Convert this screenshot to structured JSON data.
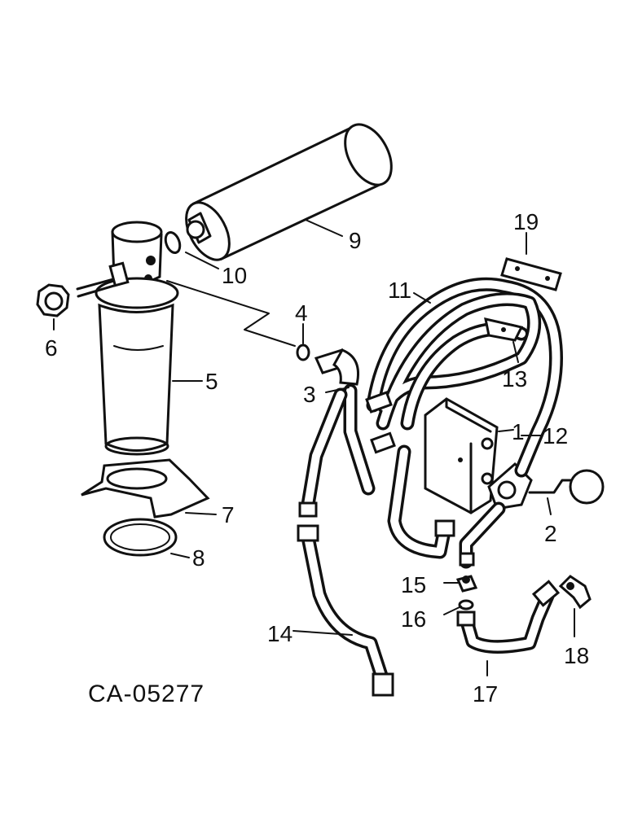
{
  "diagram": {
    "code": "CA-05277",
    "callouts": [
      {
        "id": "1",
        "text": "1"
      },
      {
        "id": "2",
        "text": "2"
      },
      {
        "id": "3",
        "text": "3"
      },
      {
        "id": "4",
        "text": "4"
      },
      {
        "id": "5",
        "text": "5"
      },
      {
        "id": "6",
        "text": "6"
      },
      {
        "id": "7",
        "text": "7"
      },
      {
        "id": "8",
        "text": "8"
      },
      {
        "id": "9",
        "text": "9"
      },
      {
        "id": "10",
        "text": "10"
      },
      {
        "id": "11",
        "text": "11"
      },
      {
        "id": "12",
        "text": "12"
      },
      {
        "id": "13",
        "text": "13"
      },
      {
        "id": "14",
        "text": "14"
      },
      {
        "id": "15",
        "text": "15"
      },
      {
        "id": "16",
        "text": "16"
      },
      {
        "id": "17",
        "text": "17"
      },
      {
        "id": "18",
        "text": "18"
      },
      {
        "id": "19",
        "text": "19"
      }
    ]
  }
}
